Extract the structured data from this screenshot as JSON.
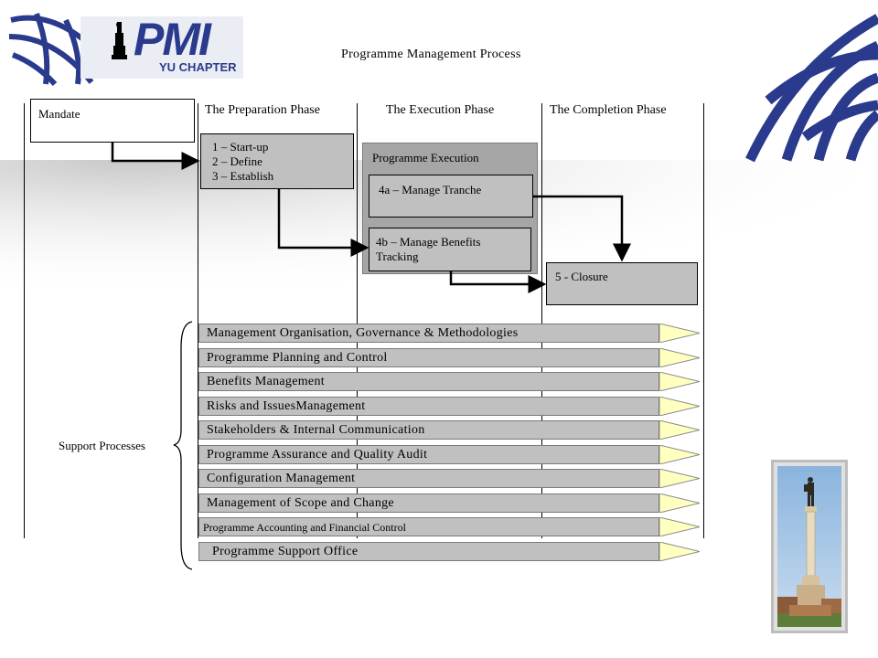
{
  "title": "Programme Management Process",
  "logo": {
    "text_main": "PMI",
    "text_sub": "YU CHAPTER"
  },
  "mandate": "Mandate",
  "phases": [
    "The Preparation Phase",
    "The Execution Phase",
    "The Completion Phase"
  ],
  "preparation_steps": [
    "1 – Start-up",
    "2 – Define",
    "3 – Establish"
  ],
  "execution": {
    "title": "Programme Execution",
    "tranche": "4a – Manage Tranche",
    "benefits_line1": "4b – Manage Benefits",
    "benefits_line2": "Tracking"
  },
  "closure": "5 - Closure",
  "support_label": "Support Processes",
  "support_processes": [
    "Management Organisation, Governance & Methodologies",
    "Programme Planning and Control",
    "Benefits Management",
    "Risks and IssuesManagement",
    "Stakeholders & Internal Communication",
    "Programme Assurance and Quality Audit",
    "Configuration Management",
    "Management of Scope and Change",
    "Programme Accounting and Financial Control",
    "Programme Support Office"
  ],
  "colors": {
    "globe": "#2a3a8c",
    "box_gray": "#c0c0c0",
    "exec_gray": "#a6a6a6",
    "arrow_yellow": "#ffffc0"
  }
}
